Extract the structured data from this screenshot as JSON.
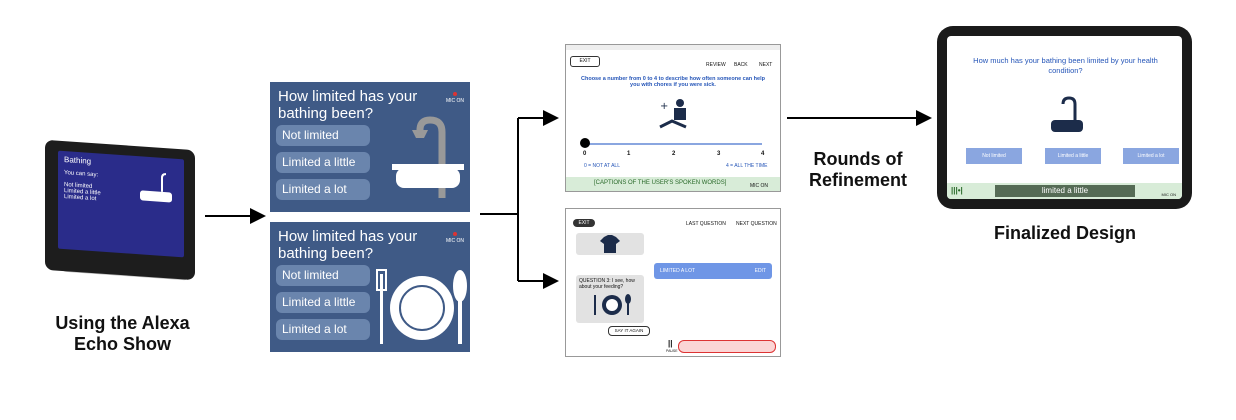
{
  "labels": {
    "alexa": "Using the Alexa Echo Show",
    "rounds": "Rounds of Refinement",
    "finalized": "Finalized Design"
  },
  "echo": {
    "title": "Bathing",
    "sub": "You can say:",
    "opt1": "Not limited",
    "opt2": "Limited a little",
    "opt3": "Limited a lot"
  },
  "card_bathing": {
    "question": "How limited has your bathing been?",
    "mic": "MIC ON",
    "options": [
      "Not limited",
      "Limited a little",
      "Limited a lot"
    ]
  },
  "card_bathing2": {
    "question": "How limited has your bathing been?",
    "mic": "MIC ON",
    "options": [
      "Not limited",
      "Limited a little",
      "Limited a lot"
    ]
  },
  "tablet_top": {
    "exit": "EXIT",
    "review": "REVIEW",
    "back": "BACK",
    "next": "NEXT",
    "question": "Choose a number from 0 to 4 to describe how often someone can help you with chores if you were sick.",
    "scale": [
      "0",
      "1",
      "2",
      "3",
      "4"
    ],
    "low": "0 = NOT AT ALL",
    "high": "4 = ALL THE TIME",
    "caption": "[CAPTIONS OF THE USER'S SPOKEN WORDS]",
    "mic": "MIC ON"
  },
  "tablet_bottom": {
    "exit": "EXIT",
    "last": "LAST QUESTION",
    "next": "NEXT QUESTION",
    "answer": "LIMITED A LOT",
    "edit": "EDIT",
    "bubble": "QUESTION 3: I see, how about your feeding?",
    "say_again": "SAY IT AGAIN",
    "pause": "PAUSE"
  },
  "ipad": {
    "question": "How much has your bathing been limited by your health condition?",
    "options": [
      "Not limited",
      "Limited a little",
      "Limited a lot"
    ],
    "caption": "limited a little",
    "mic": "MIC ON"
  },
  "colors": {
    "card": "#3f5a86",
    "ipad_option": "#8aa6e0",
    "caption_bar": "#d8ecd8"
  }
}
